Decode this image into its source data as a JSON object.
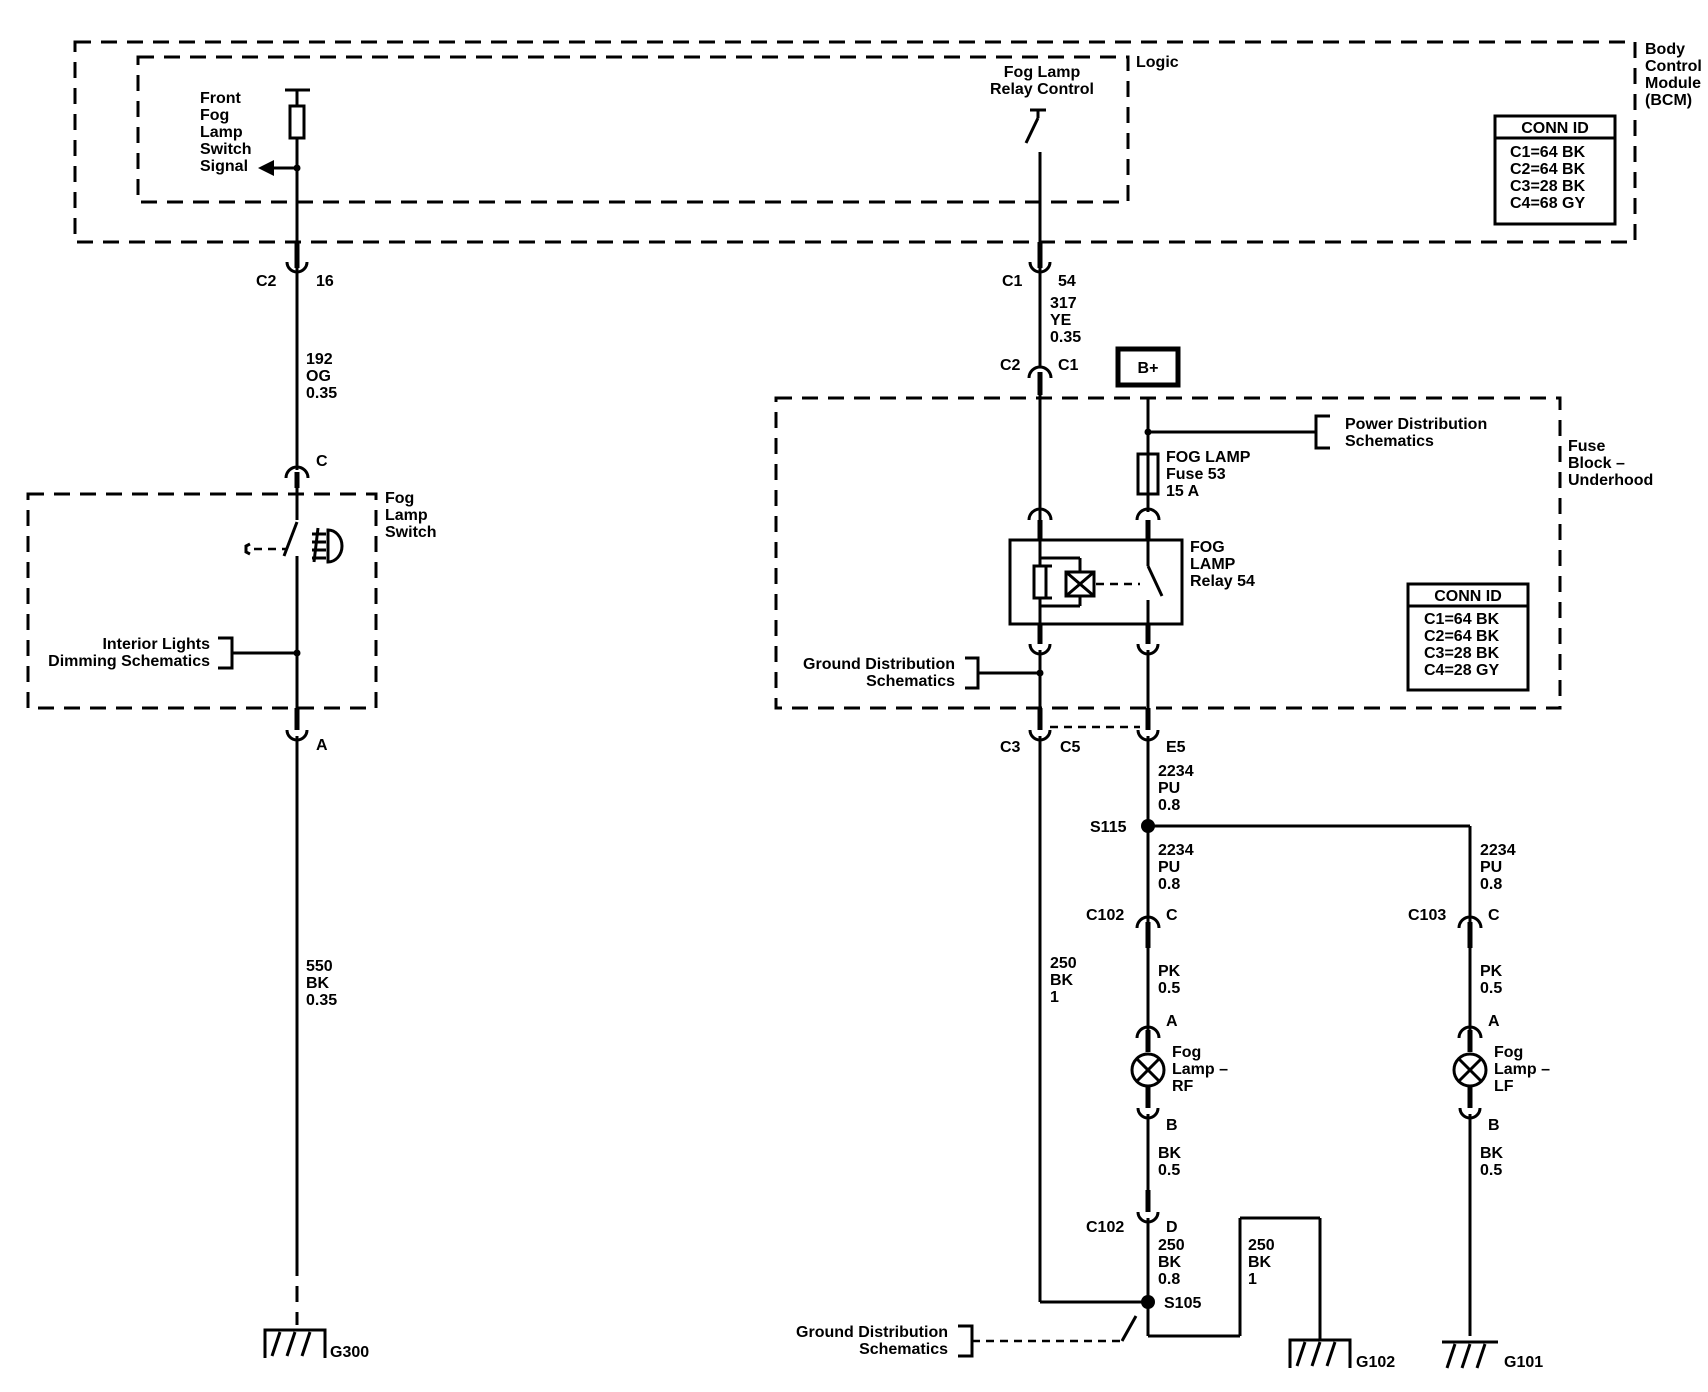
{
  "bcm": {
    "label": [
      "Body",
      "Control",
      "Module",
      "(BCM)"
    ],
    "logic": "Logic",
    "switch_signal": [
      "Front",
      "Fog",
      "Lamp",
      "Switch",
      "Signal"
    ],
    "relay_control": [
      "Fog Lamp",
      "Relay Control"
    ],
    "conn_id": {
      "title": "CONN ID",
      "rows": [
        "C1=64 BK",
        "C2=64 BK",
        "C3=28 BK",
        "C4=68 GY"
      ]
    }
  },
  "left_circuit": {
    "c2_connector": "C2",
    "c2_pin": "16",
    "wire_192": [
      "192",
      "OG",
      "0.35"
    ],
    "switch_pin_c": "C",
    "fog_lamp_switch": [
      "Fog",
      "Lamp",
      "Switch"
    ],
    "interior_dimming": [
      "Interior Lights",
      "Dimming Schematics"
    ],
    "switch_pin_a": "A",
    "wire_550": [
      "550",
      "BK",
      "0.35"
    ],
    "ground": "G300"
  },
  "center_circuit": {
    "c1_connector": "C1",
    "c1_pin": "54",
    "wire_317": [
      "317",
      "YE",
      "0.35"
    ],
    "fuse_block_c2": "C2",
    "fuse_block_c1": "C1",
    "bplus": "B+",
    "power_distribution": [
      "Power Distribution",
      "Schematics"
    ],
    "fuse": [
      "FOG LAMP",
      "Fuse 53",
      "15 A"
    ],
    "relay": [
      "FOG",
      "LAMP",
      "Relay 54"
    ],
    "fuse_block": [
      "Fuse",
      "Block –",
      "Underhood"
    ],
    "conn_id": {
      "title": "CONN ID",
      "rows": [
        "C1=64 BK",
        "C2=64 BK",
        "C3=28 BK",
        "C4=28 GY"
      ]
    },
    "ground_distribution": [
      "Ground Distribution",
      "Schematics"
    ],
    "conn_c3": "C3",
    "conn_c5": "C5",
    "conn_e5": "E5",
    "wire_2234_top": [
      "2234",
      "PU",
      "0.8"
    ],
    "splice_s115": "S115",
    "wire_2234_rf": [
      "2234",
      "PU",
      "0.8"
    ],
    "wire_2234_lf": [
      "2234",
      "PU",
      "0.8"
    ],
    "c102_top": "C102",
    "c102_top_pin": "C",
    "c103": "C103",
    "c103_pin": "C",
    "pk_rf": [
      "PK",
      "0.5"
    ],
    "pk_lf": [
      "PK",
      "0.5"
    ],
    "rf_pin_a": "A",
    "lf_pin_a": "A",
    "lamp_rf": [
      "Fog",
      "Lamp –",
      "RF"
    ],
    "lamp_lf": [
      "Fog",
      "Lamp –",
      "LF"
    ],
    "rf_pin_b": "B",
    "lf_pin_b": "B",
    "bk_rf": [
      "BK",
      "0.5"
    ],
    "bk_lf": [
      "BK",
      "0.5"
    ],
    "wire_250_left": [
      "250",
      "BK",
      "1"
    ],
    "c102_bottom": "C102",
    "c102_bottom_pin": "D",
    "wire_250_center": [
      "250",
      "BK",
      "0.8"
    ],
    "wire_250_right": [
      "250",
      "BK",
      "1"
    ],
    "splice_s105": "S105",
    "ground_distribution_bottom": [
      "Ground Distribution",
      "Schematics"
    ],
    "ground_g102": "G102",
    "ground_g101": "G101"
  },
  "colors": {
    "ink": "#000000",
    "paper": "#ffffff"
  }
}
